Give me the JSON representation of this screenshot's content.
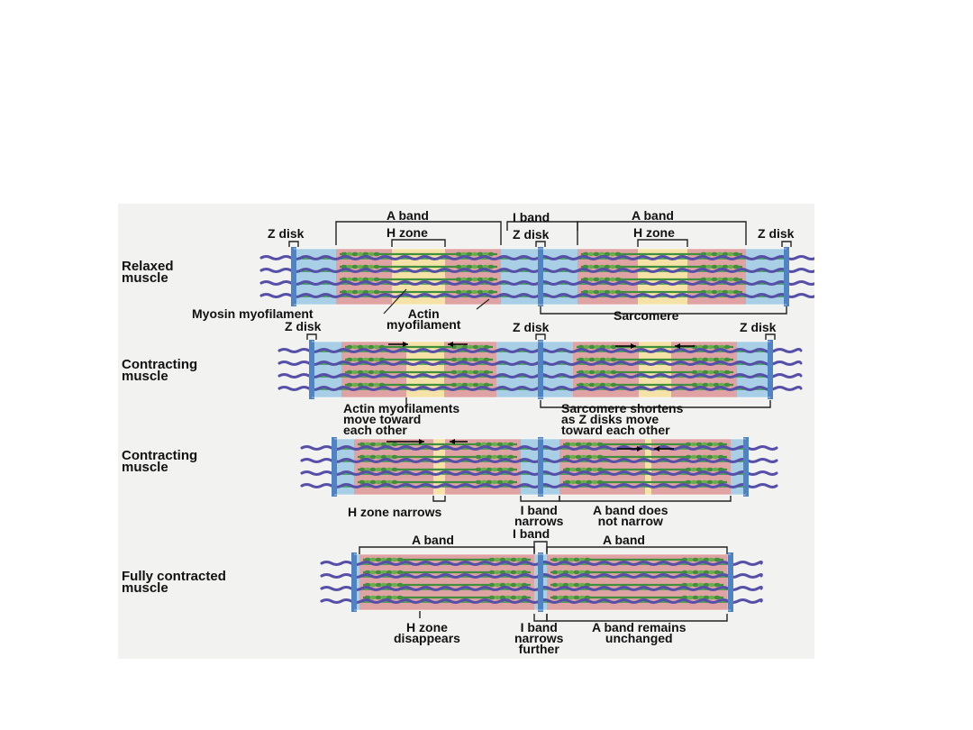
{
  "rows": [
    {
      "label": "Relaxed\nmuscle"
    },
    {
      "label": "Contracting\nmuscle"
    },
    {
      "label": "Contracting\nmuscle"
    },
    {
      "label": "Fully contracted\nmuscle"
    }
  ],
  "labels": {
    "z_disk": "Z disk",
    "a_band": "A band",
    "i_band": "I band",
    "h_zone": "H zone",
    "myosin_myofilament": "Myosin myofilament",
    "actin_myofilament": "Actin\nmyofilament",
    "sarcomere": "Sarcomere",
    "actin_move": "Actin myofilaments\nmove toward\neach other",
    "sarcomere_shortens": "Sarcomere shortens\nas Z disks move\ntoward each other",
    "h_zone_narrows": "H zone narrows",
    "i_band_narrows": "I band\nnarrows",
    "a_band_not_narrow": "A band does\nnot narrow",
    "h_zone_disappears": "H zone\ndisappears",
    "i_band_further": "I band\nnarrows\nfurther",
    "a_band_unchanged": "A band remains\nunchanged"
  },
  "colors": {
    "background": "#f2f2f1",
    "i_band": "#a9cfe6",
    "a_band": "#e0a3a3",
    "h_zone": "#f4e2a6",
    "actin": "#32964a",
    "myosin": "#3f8f3c",
    "myosin_heads": "#6aae4c",
    "z_disk": "#4f83c4",
    "wavy": "#564fa8",
    "bracket": "#222222"
  }
}
